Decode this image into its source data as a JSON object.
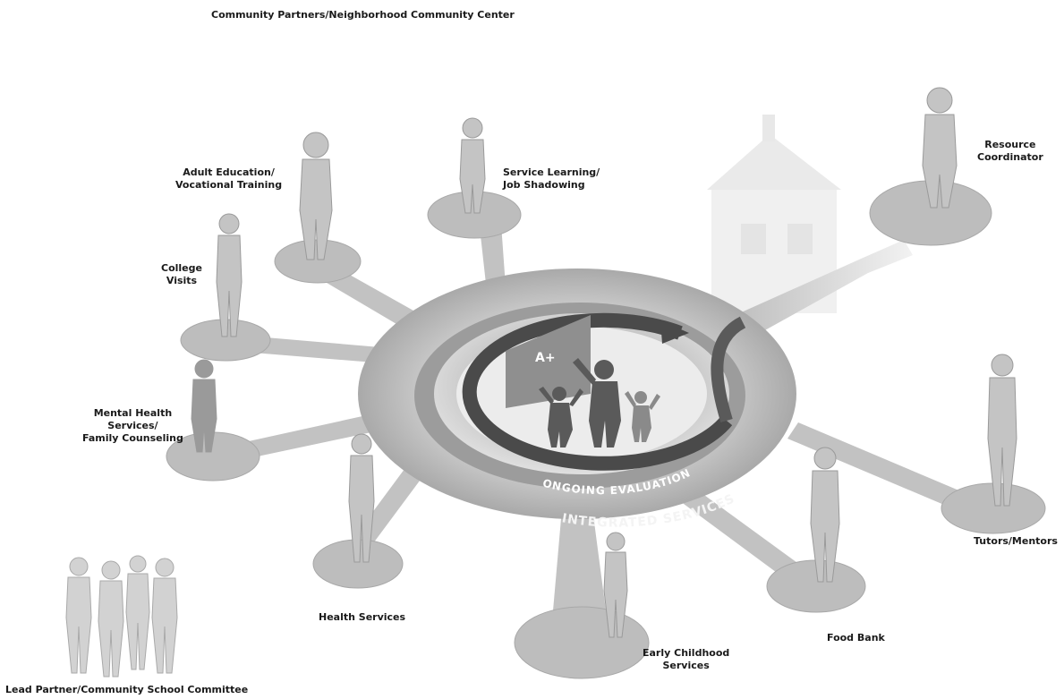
{
  "header": {
    "title": "Community Partners/Neighborhood Community  Center"
  },
  "center": {
    "board_text": "A+",
    "inner_ring_text": "ONGOING EVALUATION",
    "outer_ring_text": "INTEGRATED SERVICES"
  },
  "nodes": {
    "adult_education": {
      "line1": "Adult Education/",
      "line2": "Vocational Training"
    },
    "service_learning": {
      "line1": "Service Learning/",
      "line2": "Job Shadowing"
    },
    "resource_coordinator": {
      "line1": "Resource",
      "line2": "Coordinator"
    },
    "college_visits": {
      "line1": "College",
      "line2": "Visits"
    },
    "mental_health": {
      "line1": "Mental Health",
      "line2": "Services/",
      "line3": "Family Counseling"
    },
    "tutors_mentors": {
      "line1": "Tutors/Mentors"
    },
    "health_services": {
      "line1": "Health Services"
    },
    "food_bank": {
      "line1": "Food Bank"
    },
    "early_childhood": {
      "line1": "Early Childhood",
      "line2": "Services"
    }
  },
  "footer": {
    "title": "Lead Partner/Community School Committee"
  },
  "colors": {
    "ring_gray": "#b9b9b9",
    "platform": "#cfcfcf",
    "evaluation_arrow": "#4a4a4a",
    "figure": "#c4c4c4",
    "figure_dark": "#777777",
    "text": "#1a1a1a"
  }
}
